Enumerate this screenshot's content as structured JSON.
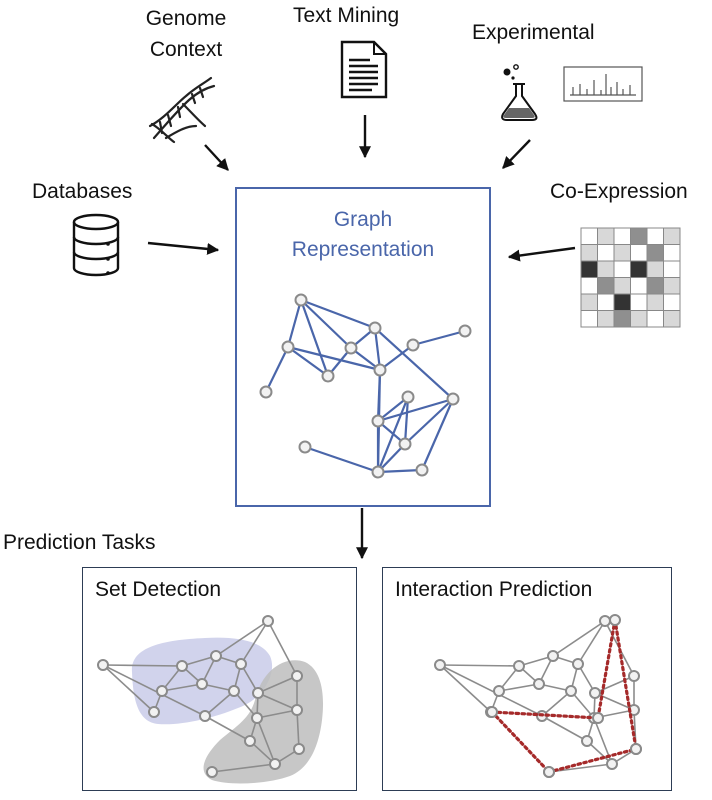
{
  "sources": {
    "genome_context": [
      "Genome",
      "Context"
    ],
    "text_mining": "Text Mining",
    "experimental": "Experimental",
    "databases": "Databases",
    "co_expression": "Co-Expression"
  },
  "graph": {
    "title_line1": "Graph",
    "title_line2": "Representation"
  },
  "prediction": {
    "heading": "Prediction Tasks",
    "set_detection": "Set Detection",
    "interaction_prediction": "Interaction Prediction"
  },
  "colors": {
    "graph_blue": "#4a66aa",
    "node_fill": "#f2f2f2",
    "node_stroke": "#8a8a8a",
    "edge_gray": "#8c8c8c",
    "set_blue_region": "#c9cbe9",
    "set_gray_region": "#bdbdbd",
    "predicted_edge": "#a52a2a"
  },
  "icons": {
    "genome_context": "dna-helix-icon",
    "text_mining": "document-icon",
    "experimental": "flask-icon",
    "experimental_chart": "spectrum-chart-icon",
    "databases": "database-icon",
    "co_expression": "heatmap-grid-icon"
  }
}
